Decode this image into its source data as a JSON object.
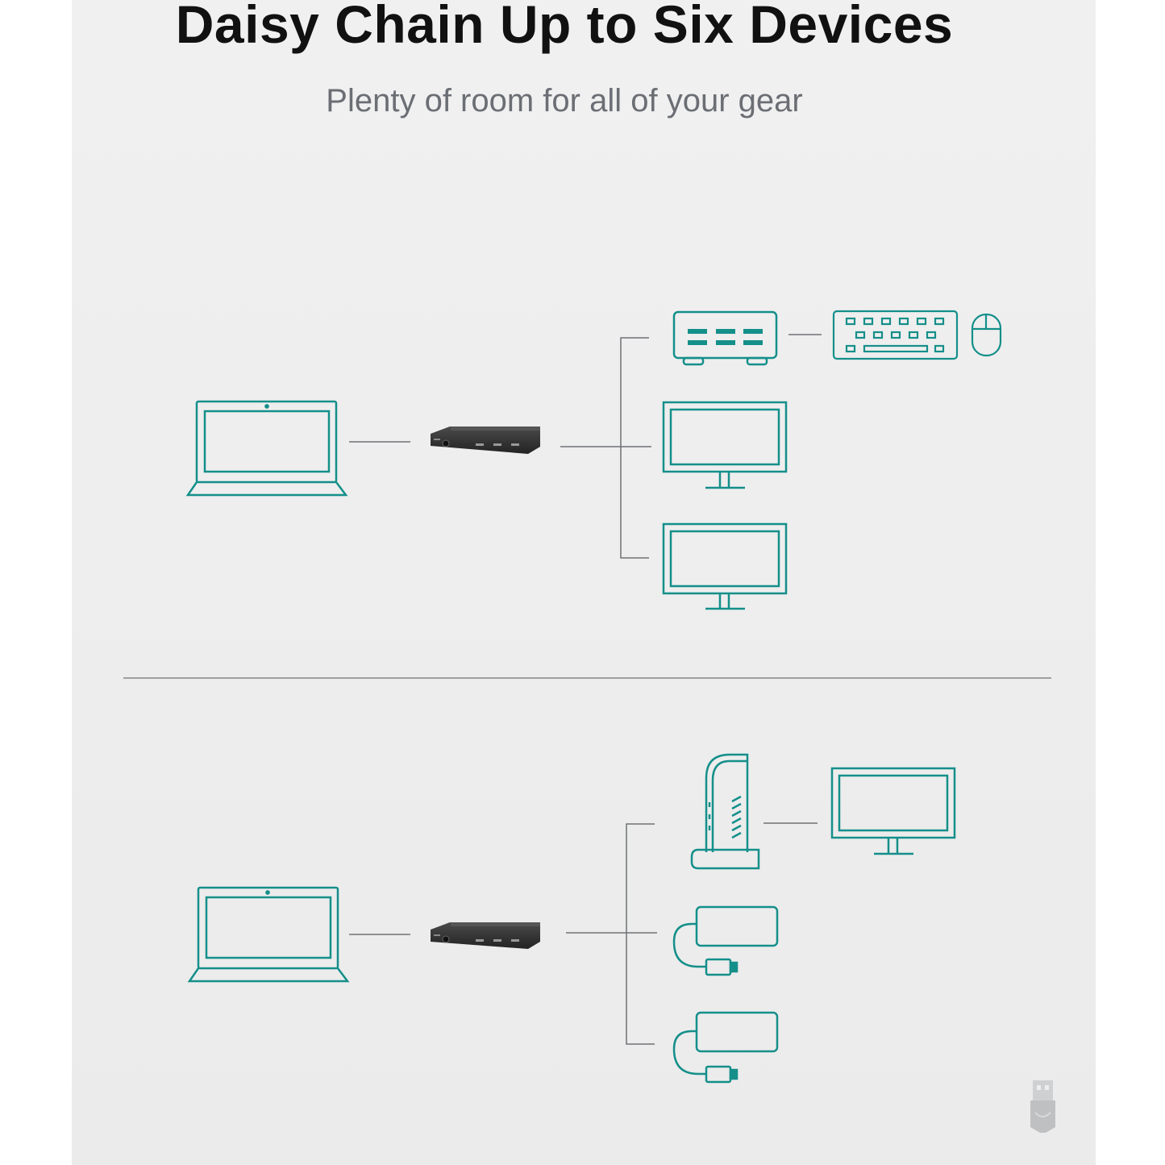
{
  "header": {
    "title": "Daisy Chain Up to Six Devices",
    "subtitle": "Plenty of room for all of your gear"
  },
  "colors": {
    "accent": "#148f8a",
    "line": "#6e7175",
    "background": "#eeeeee",
    "hub": "#2b2b2b"
  },
  "diagrams": [
    {
      "host": "laptop-icon",
      "hub": "thunderbolt-hub",
      "branches": [
        "usb-hub-icon",
        "monitor-icon",
        "monitor-icon"
      ],
      "chained": [
        "keyboard-icon",
        "mouse-icon"
      ]
    },
    {
      "host": "laptop-icon",
      "hub": "thunderbolt-hub",
      "branches": [
        "docking-station-icon",
        "external-drive-icon",
        "external-drive-icon"
      ],
      "chained": [
        "monitor-icon"
      ]
    }
  ],
  "footer_icon": "usb-plug-icon"
}
